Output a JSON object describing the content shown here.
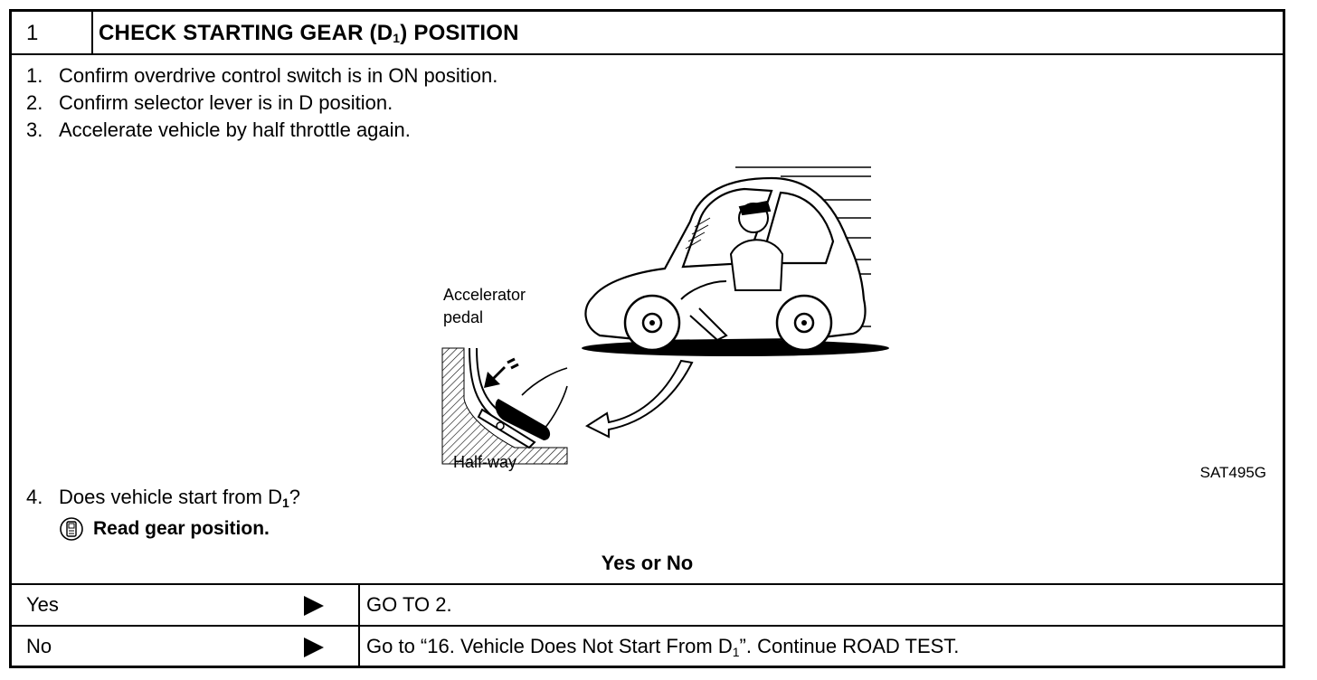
{
  "header": {
    "step_number": "1",
    "title_prefix": "CHECK STARTING GEAR (D",
    "title_sub": "1",
    "title_suffix": ") POSITION"
  },
  "steps": [
    {
      "num": "1.",
      "text": "Confirm overdrive control switch is in ON position."
    },
    {
      "num": "2.",
      "text": "Confirm selector lever is in D position."
    },
    {
      "num": "3.",
      "text": "Accelerate vehicle by half throttle again."
    }
  ],
  "figure": {
    "label_accelerator": "Accelerator",
    "label_pedal": "pedal",
    "label_halfway": "Half-way",
    "code": "SAT495G",
    "icons": [
      "car-with-driver-illustration",
      "accelerator-pedal-illustration",
      "curved-arrow-icon",
      "speed-lines-icon"
    ]
  },
  "question": {
    "num": "4.",
    "text_prefix": "Does vehicle start from D",
    "text_sub": "1",
    "text_suffix": "?",
    "read_icon": "consult-tool-icon",
    "read_text": "Read gear position."
  },
  "decision": "Yes or No",
  "answers": [
    {
      "label": "Yes",
      "arrow_icon": "right-triangle-arrow-icon",
      "action_prefix": "GO TO 2.",
      "action_sub": "",
      "action_suffix": ""
    },
    {
      "label": "No",
      "arrow_icon": "right-triangle-arrow-icon",
      "action_prefix": "Go to “16. Vehicle Does Not Start From D",
      "action_sub": "1",
      "action_suffix": "”. Continue ROAD TEST."
    }
  ]
}
